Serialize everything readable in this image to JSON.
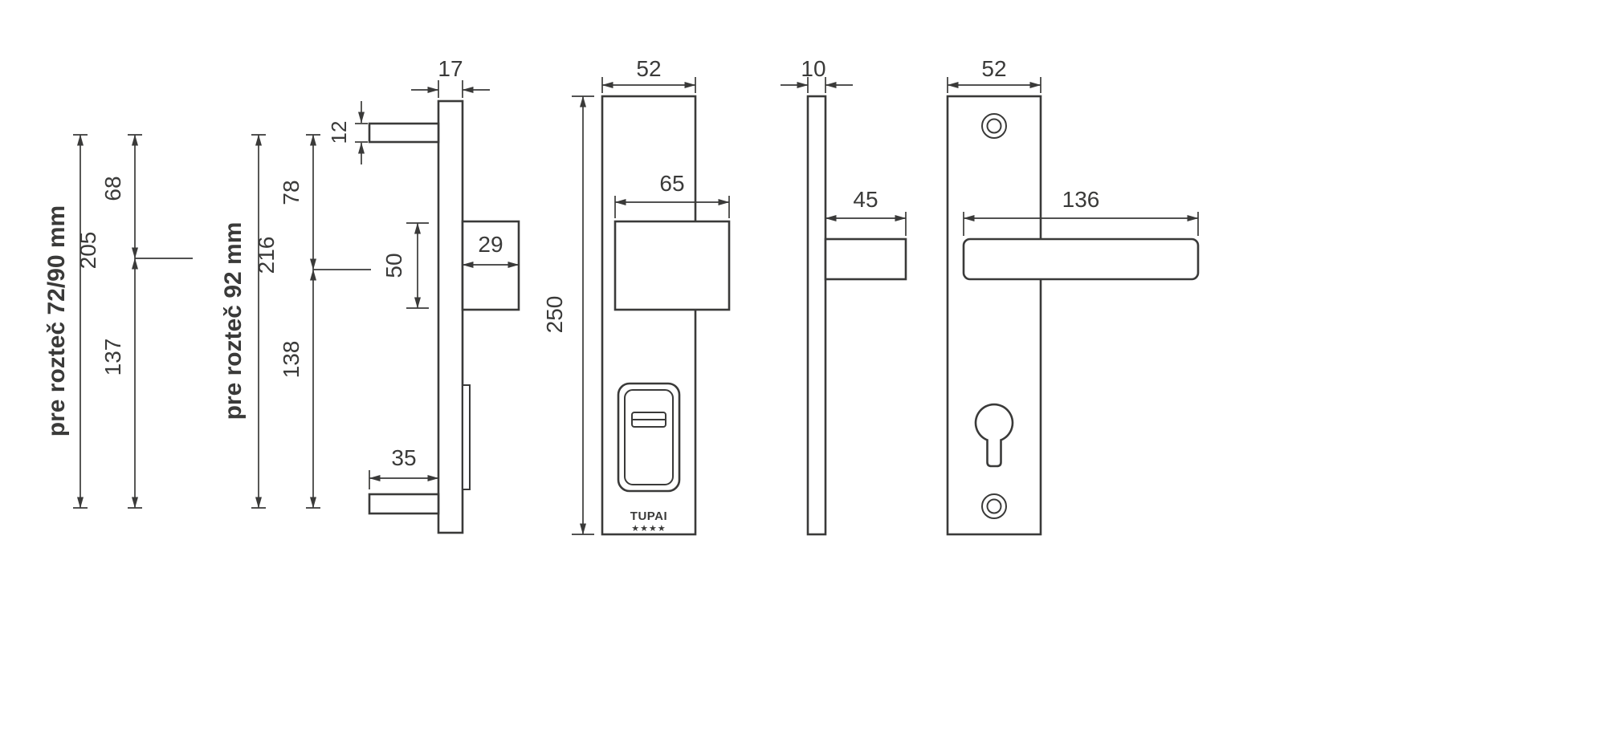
{
  "drawing": {
    "background": "#ffffff",
    "line_color": "#3a3a39",
    "units": "mm"
  },
  "pitch_72_90": {
    "title": "pre rozteč 72/90 mm",
    "total": "205",
    "upper": "68",
    "lower": "137"
  },
  "pitch_92": {
    "title": "pre rozteč 92 mm",
    "total": "216",
    "upper": "78",
    "lower": "138"
  },
  "outer_profile": {
    "plate_thickness": "17",
    "neck_height": "12",
    "knob_height": "50",
    "knob_depth": "29",
    "bottom_tab_length": "35"
  },
  "outer_front": {
    "plate_width": "52",
    "plate_height": "250",
    "knob_width": "65"
  },
  "inner_profile": {
    "plate_thickness": "10",
    "handle_depth": "45"
  },
  "inner_front": {
    "plate_width": "52",
    "lever_length": "136"
  },
  "brand": {
    "name": "TUPAI",
    "stars": "★★★★"
  }
}
